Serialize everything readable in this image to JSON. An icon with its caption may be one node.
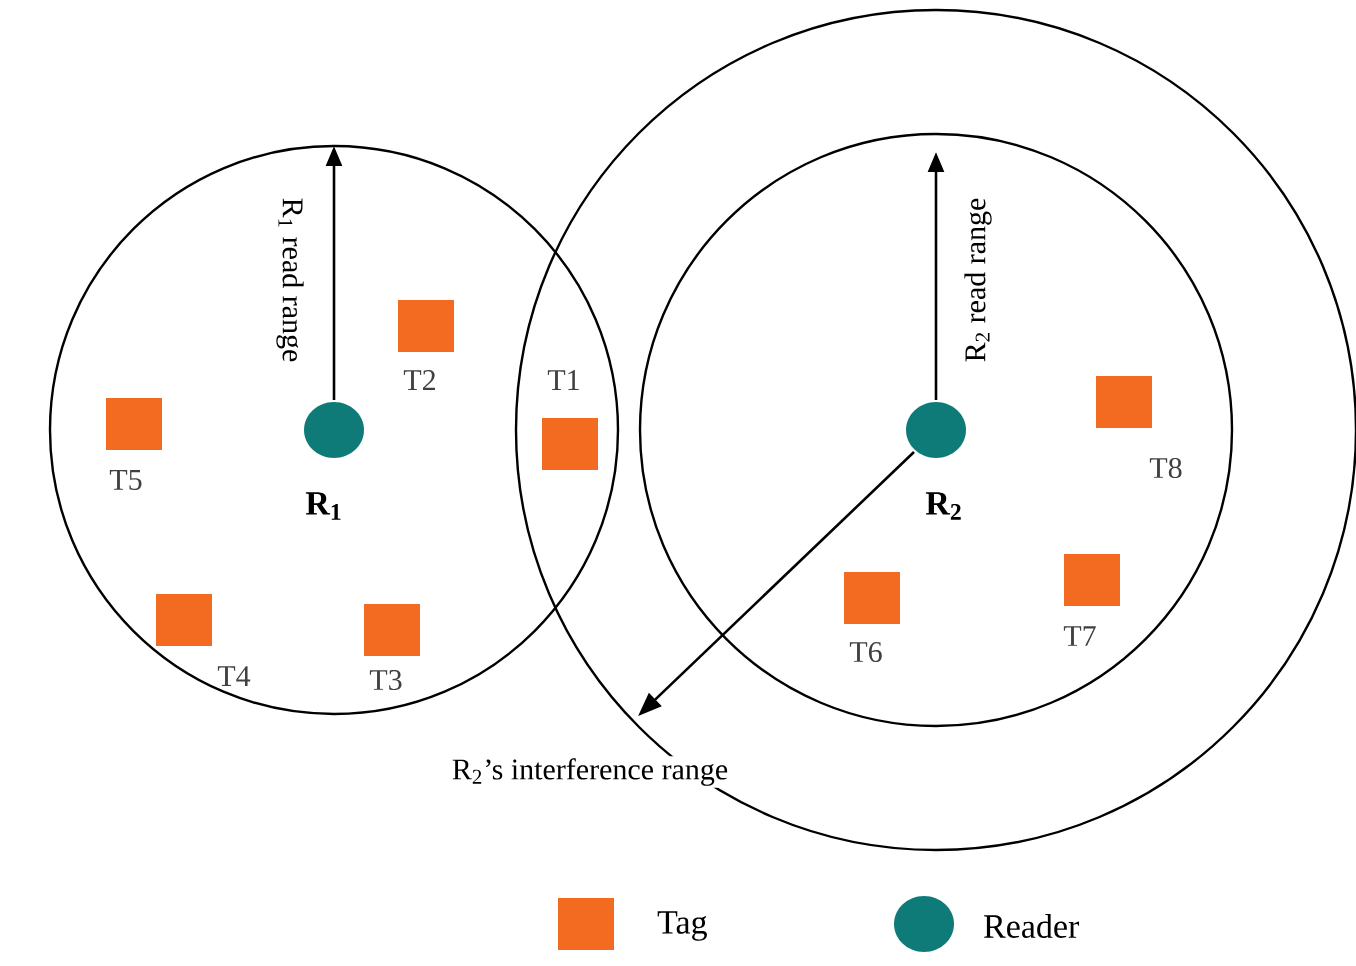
{
  "diagram": {
    "nodes": [
      {
        "text": [
          "T1"
        ]
      },
      {
        "text": [
          "T2"
        ]
      },
      {
        "text": [
          "T3"
        ]
      },
      {
        "text": [
          "T4"
        ]
      },
      {
        "text": [
          "T5"
        ]
      },
      {
        "text": [
          "R$_{1}$"
        ]
      },
      {
        "text": [
          "T6"
        ]
      },
      {
        "text": [
          "T7"
        ]
      },
      {
        "text": [
          "T8"
        ]
      },
      {
        "text": [
          "R$_{2}$"
        ]
      }
    ],
    "labels": [
      "R$_{1}$ read range",
      "R$_{2}$ read range",
      "R$_{2}$’s interference range"
    ],
    "legend": [
      {
        "text": "Tag",
        "color": "#f26b21"
      },
      {
        "text": "Reader",
        "color": "#0e7b78"
      }
    ]
  }
}
